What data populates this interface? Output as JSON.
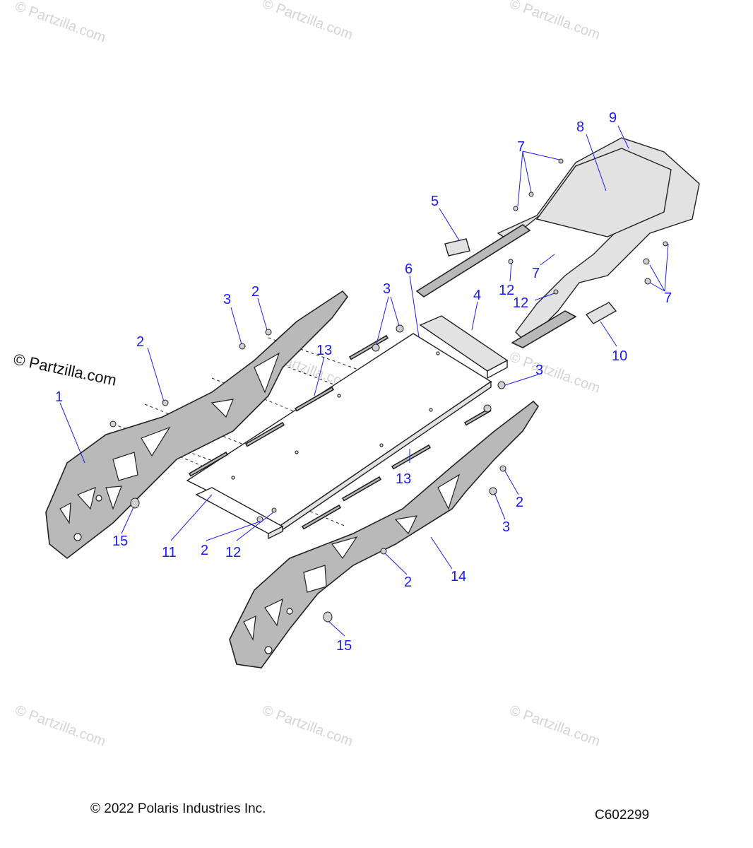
{
  "watermark": {
    "text": "© Partzilla.com"
  },
  "callouts": {
    "c1": "1",
    "c2a": "2",
    "c2b": "2",
    "c2c": "2",
    "c2d": "2",
    "c2e": "2",
    "c3a": "3",
    "c3b": "3",
    "c3c": "3",
    "c3d": "3",
    "c4": "4",
    "c5": "5",
    "c6": "6",
    "c7a": "7",
    "c7b": "7",
    "c7c": "7",
    "c8": "8",
    "c9": "9",
    "c10": "10",
    "c11": "11",
    "c12a": "12",
    "c12b": "12",
    "c12c": "12",
    "c13a": "13",
    "c13b": "13",
    "c14": "14",
    "c15a": "15",
    "c15b": "15"
  },
  "footer": {
    "copyright": "© 2022 Polaris Industries Inc.",
    "diagram_code": "C602299"
  },
  "colors": {
    "callout": "#1a1aff",
    "part_fill": "#b9b9b9",
    "watermark": "#d4d4d4"
  }
}
